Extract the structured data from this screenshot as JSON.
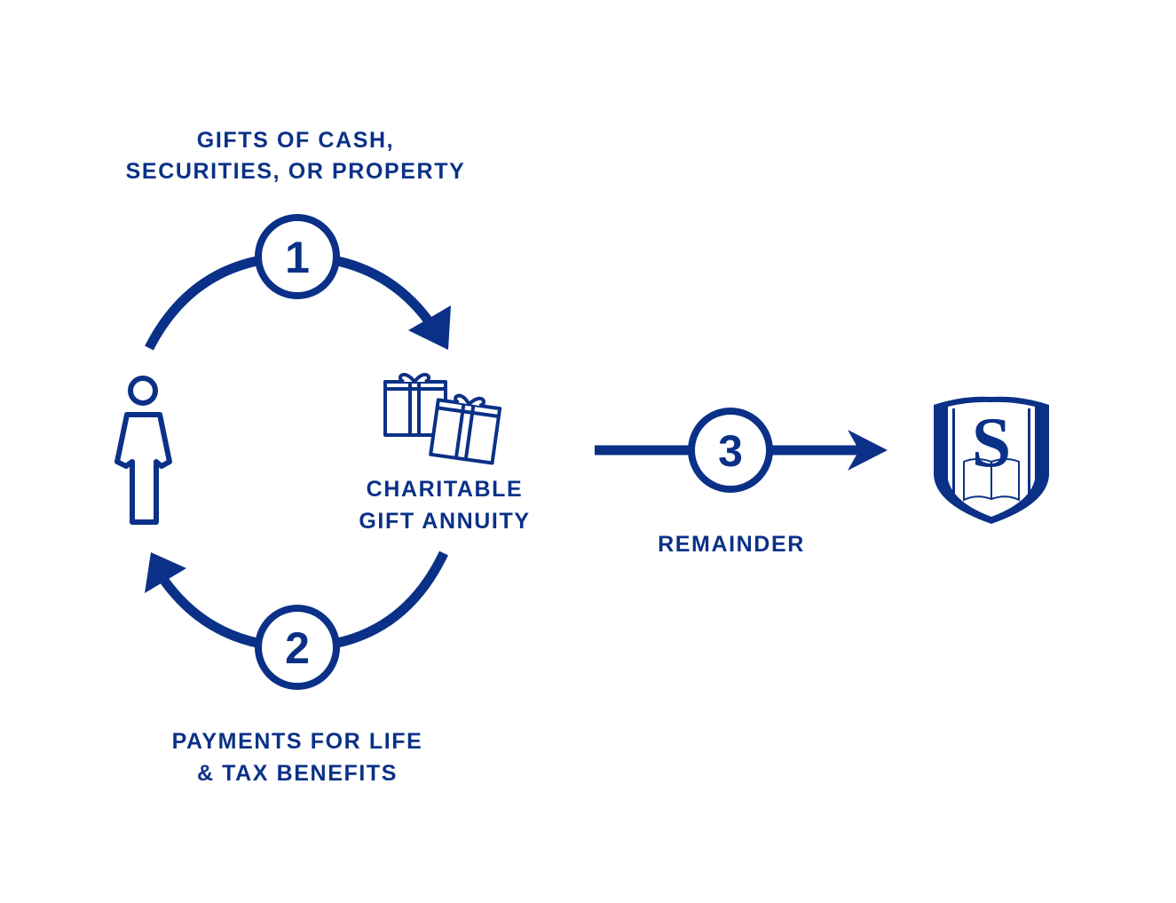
{
  "colors": {
    "primary": "#0a3187",
    "background": "#ffffff"
  },
  "steps": [
    {
      "number": "1",
      "label_lines": [
        "GIFTS OF CASH,",
        "SECURITIES, OR PROPERTY"
      ]
    },
    {
      "number": "2",
      "label_lines": [
        "PAYMENTS FOR LIFE",
        "& TAX BENEFITS"
      ]
    },
    {
      "number": "3",
      "label_lines": [
        "REMAINDER"
      ]
    }
  ],
  "center": {
    "label_lines": [
      "CHARITABLE",
      "GIFT ANNUITY"
    ],
    "icon": "gift-boxes-icon"
  },
  "donor": {
    "icon": "person-icon"
  },
  "institution": {
    "icon": "shield-logo",
    "logo_letter": "S"
  }
}
